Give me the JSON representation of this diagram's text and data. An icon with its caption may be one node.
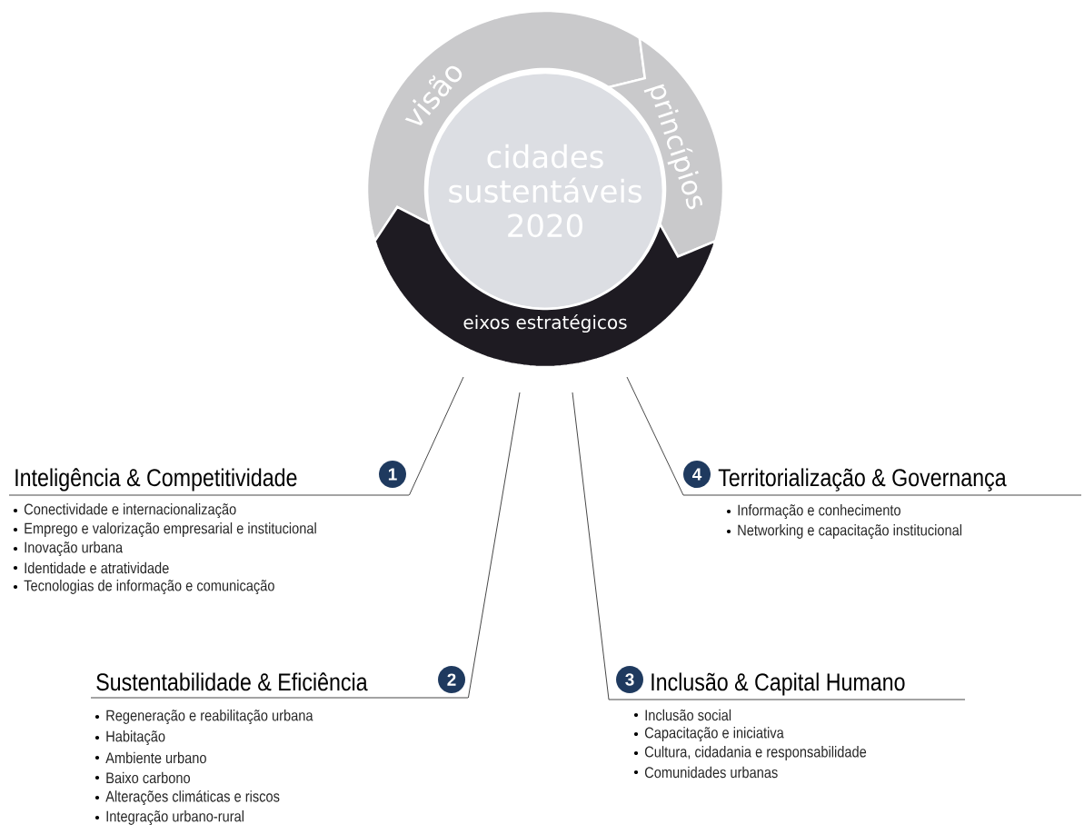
{
  "diagram": {
    "nodes": [
      {
        "text": [
          "cidades sustentáveis 2020"
        ]
      },
      {
        "text": [
          "visão"
        ]
      },
      {
        "text": [
          "princípios"
        ]
      },
      {
        "text": [
          "eixos estratégicos"
        ]
      },
      {
        "text": [
          "Inteligência & Competitividade",
          "Conectividade e internacionalização",
          "Emprego e valorização empresarial e institucional",
          "Inovação urbana",
          "Identidade e atratividade",
          "Tecnologias de informação e comunicação"
        ]
      },
      {
        "text": [
          "1"
        ],
        "in": 4
      },
      {
        "text": [
          "Territorialização & Governança",
          "Informação e conhecimento",
          "Networking e capacitação institucional"
        ]
      },
      {
        "text": [
          "4"
        ],
        "in": 6
      },
      {
        "text": [
          "Sustentabilidade & Eficiência",
          "Regeneração e reabilitação urbana",
          "Habitação",
          "Ambiente urbano",
          "Baixo carbono",
          "Alterações climáticas e riscos",
          "Integração urbano-rural"
        ]
      },
      {
        "text": [
          "2"
        ],
        "in": 8
      },
      {
        "text": [
          "Inclusão & Capital Humano",
          "Inclusão social",
          "Capacitação e iniciativa",
          "Cultura, cidadania e responsabilidade",
          "Comunidades urbanas"
        ]
      },
      {
        "text": [
          "3"
        ],
        "in": 10
      }
    ],
    "edges": [
      {
        "from": 3,
        "to": 4,
        "arrow": "none"
      },
      {
        "from": 3,
        "to": 6,
        "arrow": "none"
      },
      {
        "from": 3,
        "to": 8,
        "arrow": "none"
      },
      {
        "from": 3,
        "to": 10,
        "arrow": "none"
      }
    ]
  }
}
